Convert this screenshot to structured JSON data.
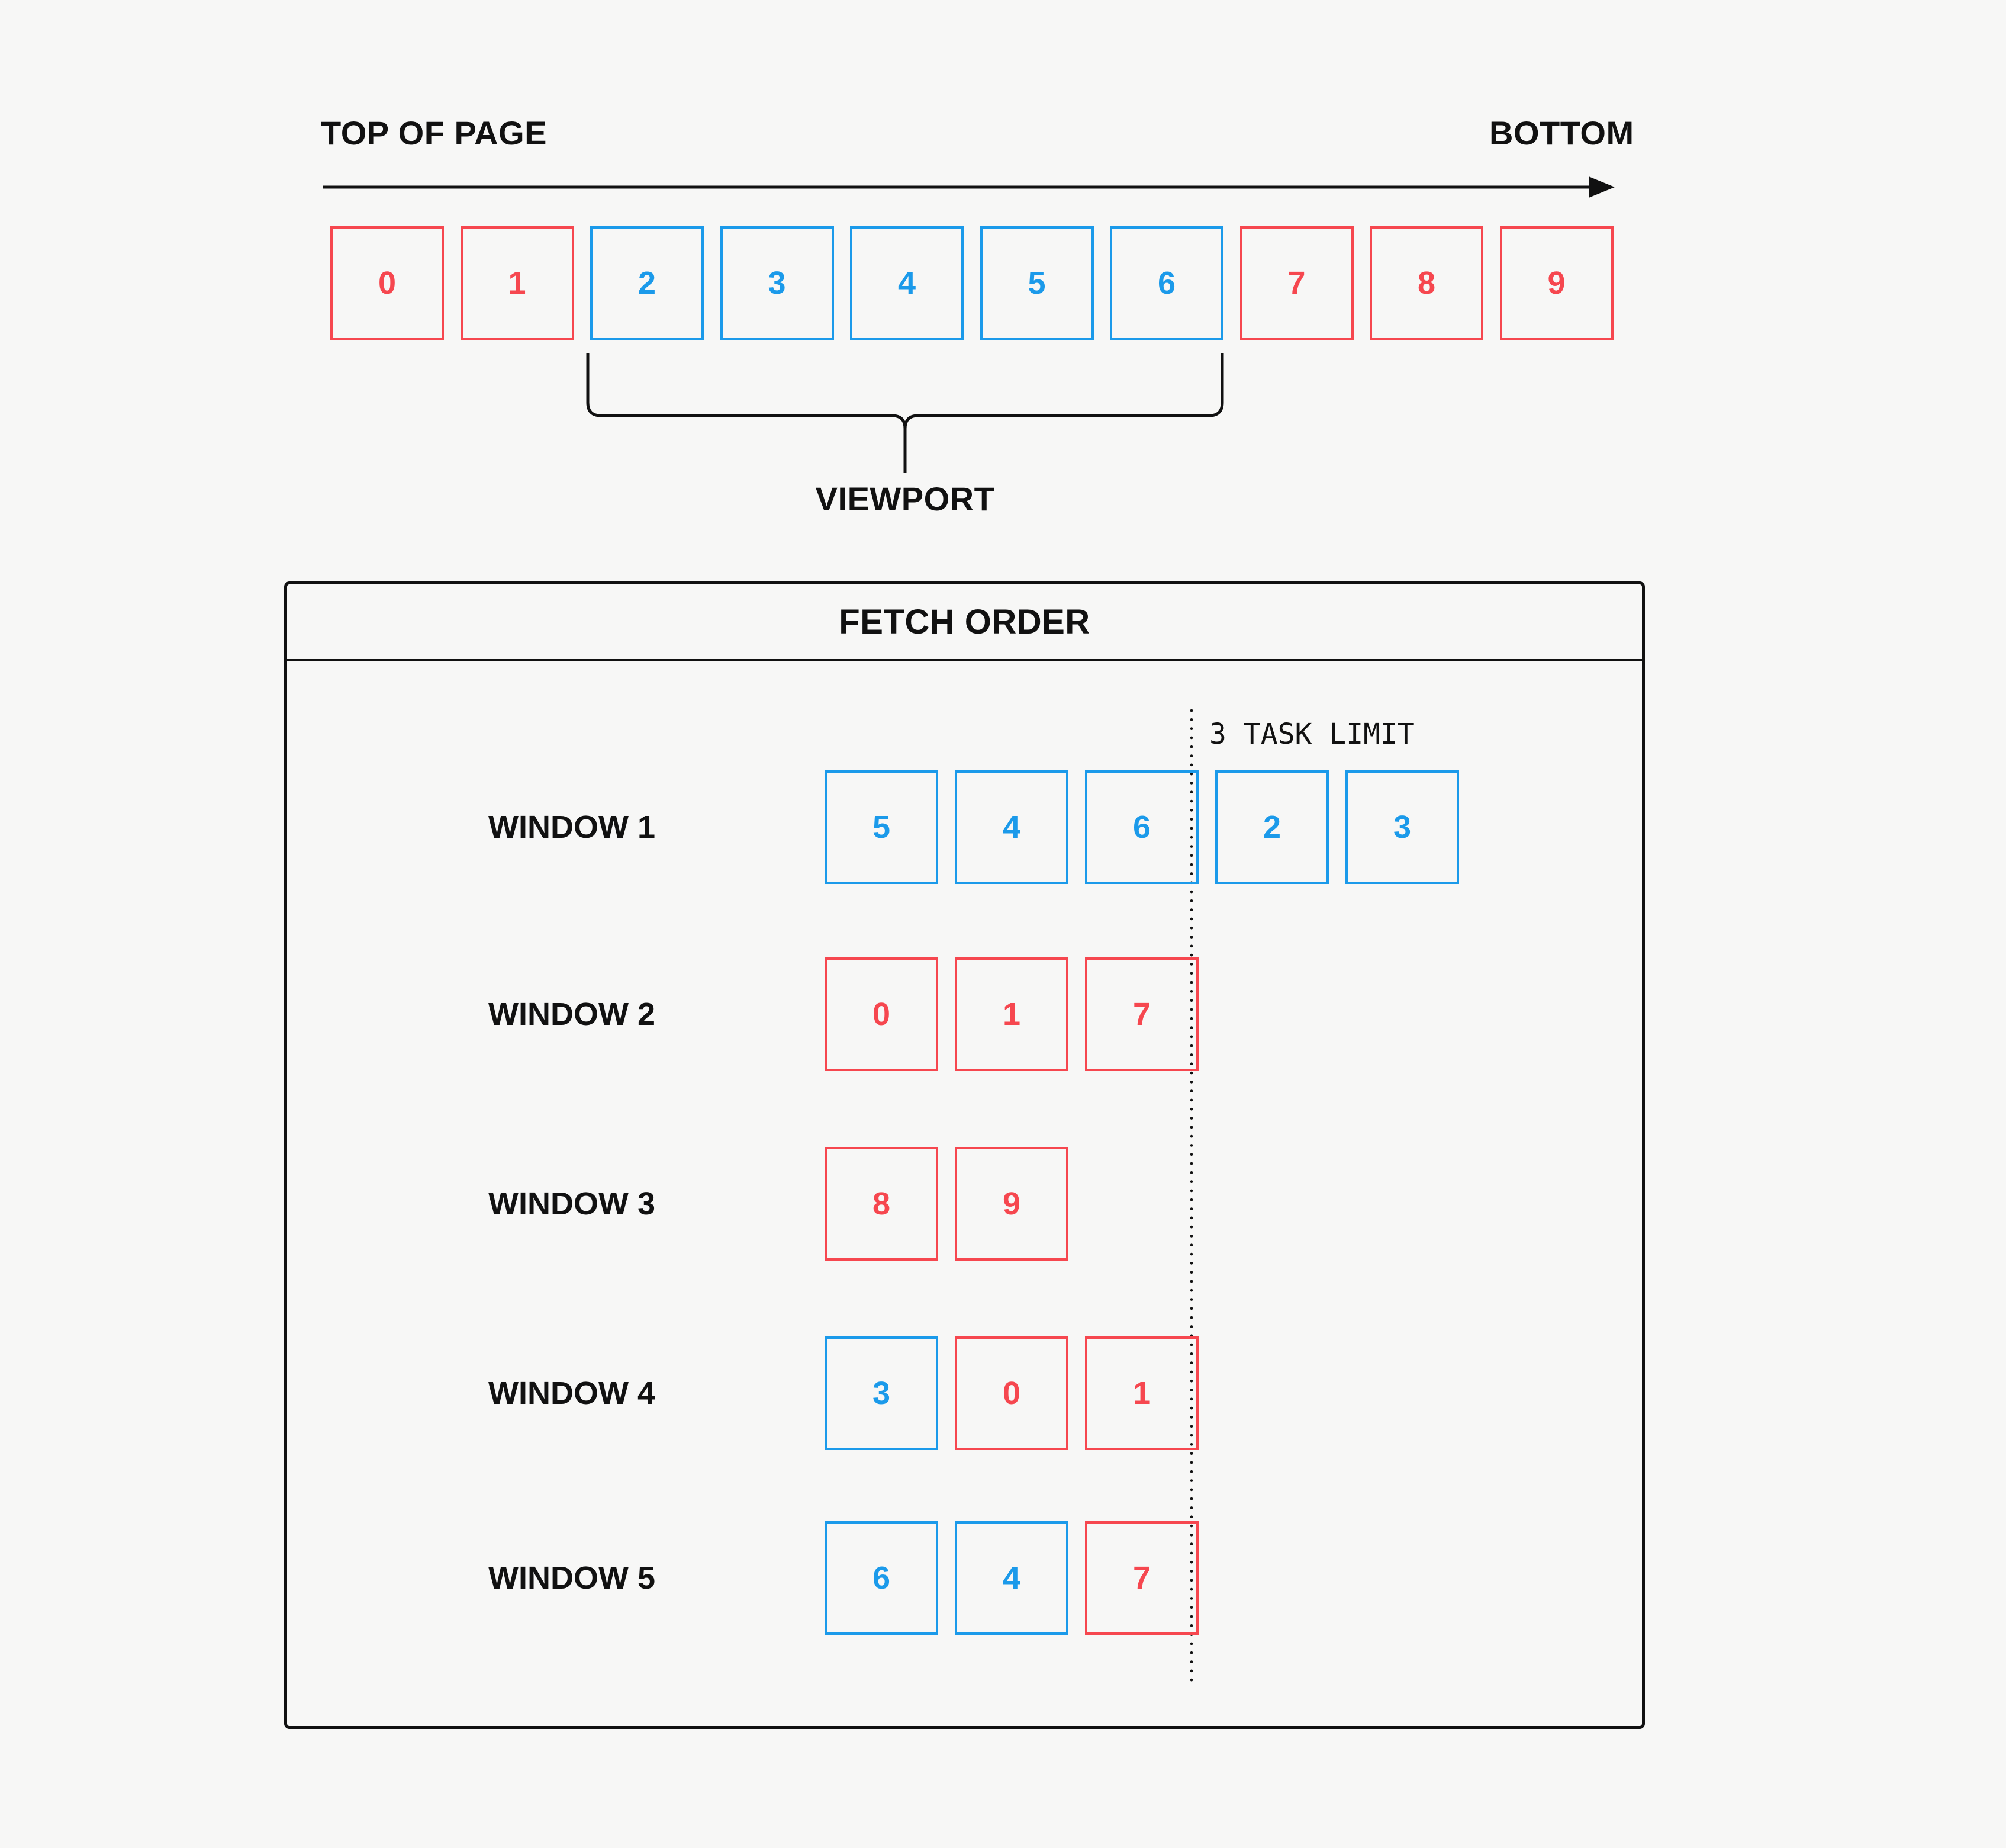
{
  "colors": {
    "red": "#F6474F",
    "blue": "#1B9AEA",
    "ink": "#111111",
    "background": "#F7F7F6"
  },
  "top_scale": {
    "start_label": "TOP OF PAGE",
    "end_label": "BOTTOM",
    "viewport_label": "VIEWPORT",
    "boxes": [
      {
        "value": "0",
        "color": "red"
      },
      {
        "value": "1",
        "color": "red"
      },
      {
        "value": "2",
        "color": "blue"
      },
      {
        "value": "3",
        "color": "blue"
      },
      {
        "value": "4",
        "color": "blue"
      },
      {
        "value": "5",
        "color": "blue"
      },
      {
        "value": "6",
        "color": "blue"
      },
      {
        "value": "7",
        "color": "red"
      },
      {
        "value": "8",
        "color": "red"
      },
      {
        "value": "9",
        "color": "red"
      }
    ]
  },
  "fetch_order": {
    "title": "FETCH ORDER",
    "task_limit_label": "3 TASK LIMIT",
    "windows": [
      {
        "label": "WINDOW 1",
        "boxes": [
          {
            "value": "5",
            "color": "blue"
          },
          {
            "value": "4",
            "color": "blue"
          },
          {
            "value": "6",
            "color": "blue"
          },
          {
            "value": "2",
            "color": "blue"
          },
          {
            "value": "3",
            "color": "blue"
          }
        ]
      },
      {
        "label": "WINDOW 2",
        "boxes": [
          {
            "value": "0",
            "color": "red"
          },
          {
            "value": "1",
            "color": "red"
          },
          {
            "value": "7",
            "color": "red"
          }
        ]
      },
      {
        "label": "WINDOW 3",
        "boxes": [
          {
            "value": "8",
            "color": "red"
          },
          {
            "value": "9",
            "color": "red"
          }
        ]
      },
      {
        "label": "WINDOW 4",
        "boxes": [
          {
            "value": "3",
            "color": "blue"
          },
          {
            "value": "0",
            "color": "red"
          },
          {
            "value": "1",
            "color": "red"
          }
        ]
      },
      {
        "label": "WINDOW 5",
        "boxes": [
          {
            "value": "6",
            "color": "blue"
          },
          {
            "value": "4",
            "color": "blue"
          },
          {
            "value": "7",
            "color": "red"
          }
        ]
      }
    ]
  }
}
